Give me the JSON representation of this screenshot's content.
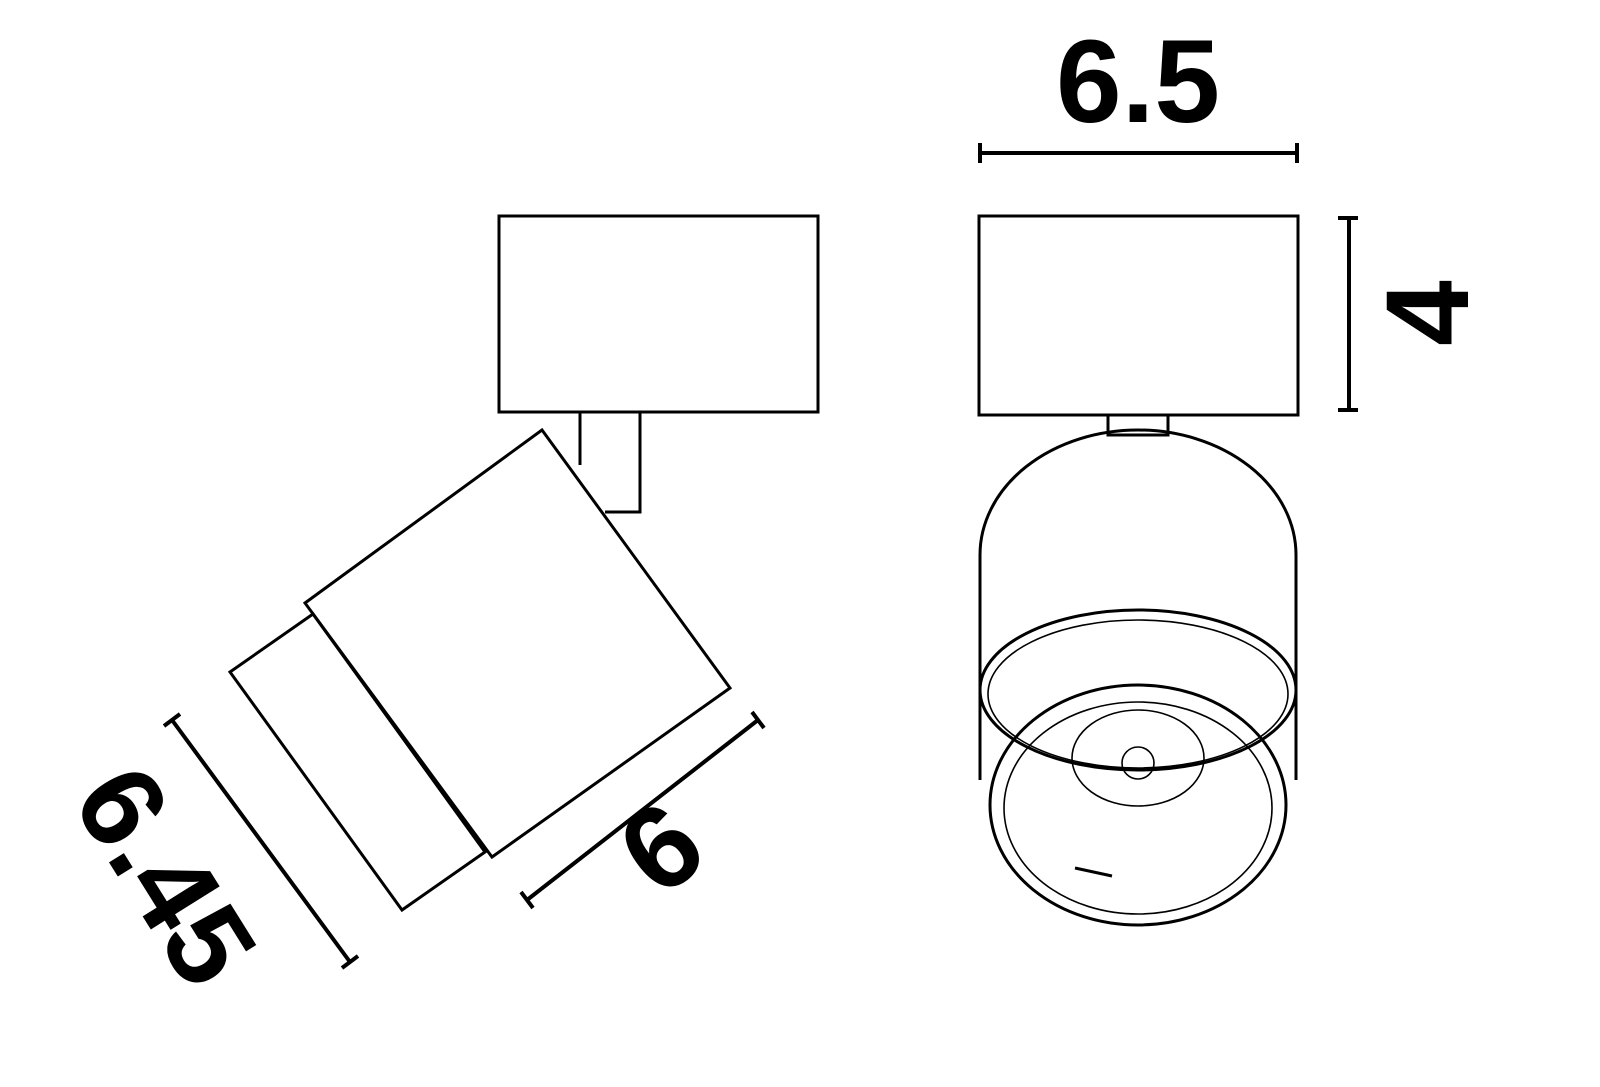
{
  "dimensions": {
    "side_height": "6.45",
    "side_length": "6",
    "front_width": "6.5",
    "base_height": "4"
  },
  "colors": {
    "line": "#000000",
    "background": "#ffffff"
  }
}
